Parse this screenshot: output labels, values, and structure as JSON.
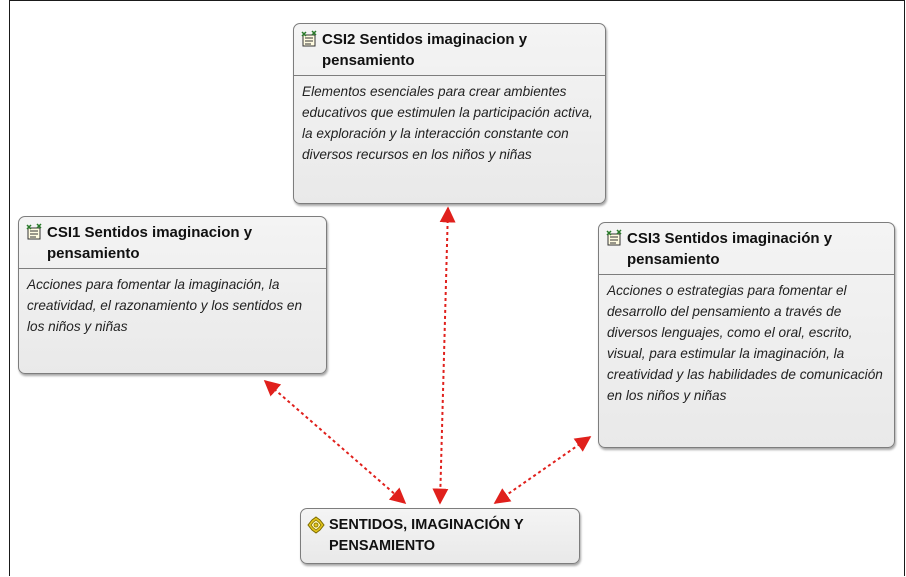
{
  "diagram": {
    "nodes": [
      {
        "id": "csi2",
        "kind": "code",
        "icon": "code-icon",
        "title": "CSI2 Sentidos imaginacion y pensamiento",
        "comment": "Elementos esenciales para crear ambientes educativos que estimulen la participación activa, la exploración y la interacción constante con diversos recursos en los niños y niñas"
      },
      {
        "id": "csi1",
        "kind": "code",
        "icon": "code-icon",
        "title": "CSI1 Sentidos imaginacion y pensamiento",
        "comment": "Acciones para fomentar la imaginación, la creatividad, el razonamiento y los sentidos en los niños y niñas"
      },
      {
        "id": "csi3",
        "kind": "code",
        "icon": "code-icon",
        "title": "CSI3 Sentidos imaginación y pensamiento",
        "comment": "Acciones o estrategias para fomentar el desarrollo del pensamiento a través de diversos lenguajes, como el oral, escrito, visual, para estimular la imaginación, la creatividad y las habilidades de comunicación en los niños y niñas"
      },
      {
        "id": "center",
        "kind": "code-group",
        "icon": "code-group-icon",
        "title": "SENTIDOS, IMAGINACIÓN Y PENSAMIENTO"
      }
    ],
    "links": [
      {
        "from": "csi1",
        "to": "center",
        "style": "dashed",
        "direction": "both"
      },
      {
        "from": "csi2",
        "to": "center",
        "style": "dashed",
        "direction": "both"
      },
      {
        "from": "csi3",
        "to": "center",
        "style": "dashed",
        "direction": "both"
      }
    ],
    "colors": {
      "link": "#e0201c",
      "node_border": "#7d7d7d",
      "node_fill": "#efefef",
      "group_icon": "#e5c61a"
    }
  }
}
